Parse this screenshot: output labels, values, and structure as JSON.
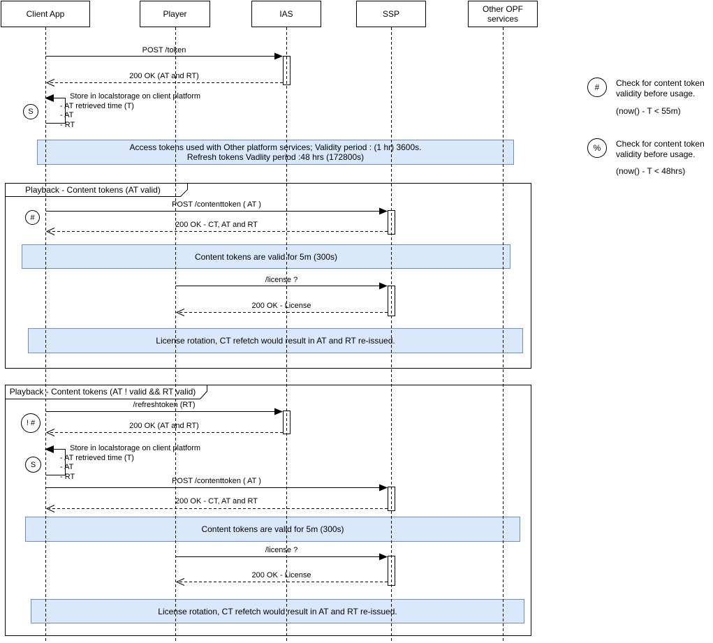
{
  "diagram_type": "uml-sequence",
  "actors": [
    "Client App",
    "Player",
    "IAS",
    "SSP",
    "Other OPF services"
  ],
  "frames": {
    "frame1_label": "Playback - Content tokens (AT valid)",
    "frame2_label": "Playback - Content tokens (AT ! valid && RT valid)"
  },
  "messages": {
    "post_token": "POST /token",
    "ok_at_rt": "200 OK (AT and RT)",
    "post_contenttoken": "POST /contenttoken ( AT )",
    "ok_ct_at_rt": "200 OK - CT, AT and RT",
    "license_req": "/license ?",
    "ok_license": "200 OK - License",
    "refreshtoken": "/refreshtoken (RT)"
  },
  "store_note": {
    "title": "Store in localstorage on client platform",
    "item1": "- AT retrieved time (T)",
    "item2": "- AT",
    "item3": "- RT"
  },
  "notes": {
    "token_validity_line1": "Access tokens used with Other platform services; Validity period : (1 hr) 3600s.",
    "token_validity_line2": "Refresh tokens Vadlity period :48 hrs (172800s)",
    "content_token_validity": "Content tokens are valid for 5m (300s)",
    "license_rotation": "License rotation, CT refetch would result in AT and RT re-issued."
  },
  "markers": {
    "store": "S",
    "hash": "#",
    "not_hash": "! #",
    "percent": "%"
  },
  "legend": {
    "item1": {
      "symbol": "#",
      "line1": "Check for content token",
      "line2": "validity before usage.",
      "formula": "(now() - T < 55m)"
    },
    "item2": {
      "symbol": "%",
      "line1": "Check for content token",
      "line2": "validity before usage.",
      "formula": "(now() - T <  48hrs)"
    }
  },
  "colors": {
    "note_fill": "#dae8fc",
    "note_border": "#6c8ebf",
    "line": "#000000"
  }
}
